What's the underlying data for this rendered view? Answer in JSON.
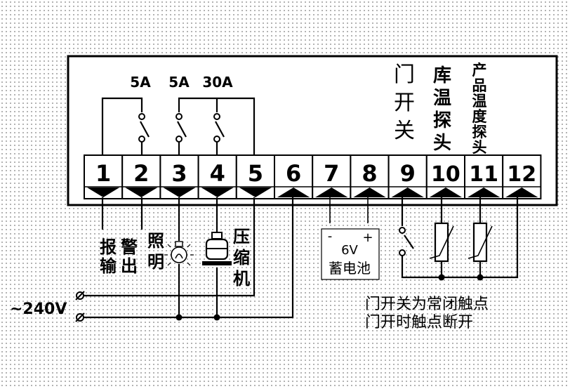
{
  "ratings": {
    "r2": "5A",
    "r3": "5A",
    "r4": "30A"
  },
  "terminals": [
    "1",
    "2",
    "3",
    "4",
    "5",
    "6",
    "7",
    "8",
    "9",
    "10",
    "11",
    "12"
  ],
  "header_labels": {
    "door_switch": [
      "门",
      "开",
      "关"
    ],
    "room_temp_probe": [
      "库",
      "温",
      "探",
      "头"
    ],
    "product_temp_probe": [
      "产",
      "品",
      "温",
      "度",
      "探",
      "头"
    ]
  },
  "bottom_labels": {
    "alarm_output": [
      "报",
      "输"
    ],
    "alarm_output_2": [
      "警",
      "出"
    ],
    "lighting": [
      "照",
      "明"
    ],
    "compressor": [
      "压",
      "缩",
      "机"
    ]
  },
  "battery": {
    "minus": "-",
    "plus": "+",
    "voltage": "6V",
    "name": "蓄电池"
  },
  "supply": {
    "label": "~240V"
  },
  "notes": [
    "门开关为常闭触点",
    "门开时触点断开"
  ]
}
